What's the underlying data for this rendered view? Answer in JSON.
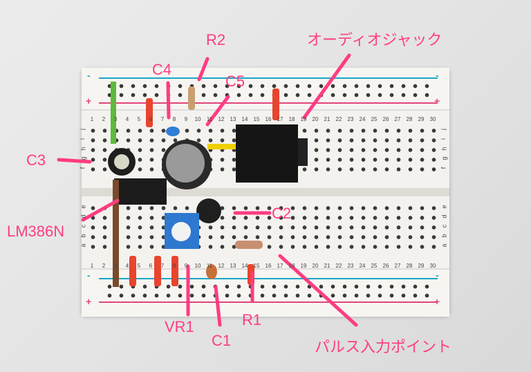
{
  "annotations": {
    "r2": "R2",
    "c4": "C4",
    "c5": "C5",
    "audio_jack": "オーディオジャック",
    "c3": "C3",
    "lm386n": "LM386N",
    "c2": "C2",
    "vr1": "VR1",
    "c1": "C1",
    "r1": "R1",
    "pulse_input": "パルス入力ポイント"
  },
  "breadboard": {
    "plus": "+",
    "minus": "-",
    "columns": [
      "1",
      "2",
      "3",
      "4",
      "5",
      "6",
      "7",
      "8",
      "9",
      "10",
      "11",
      "12",
      "13",
      "14",
      "15",
      "16",
      "17",
      "18",
      "19",
      "20",
      "21",
      "22",
      "23",
      "24",
      "25",
      "26",
      "27",
      "28",
      "29",
      "30"
    ],
    "top_rows": [
      "j",
      "i",
      "h",
      "g",
      "f"
    ],
    "bottom_rows": [
      "e",
      "d",
      "c",
      "b",
      "a"
    ]
  },
  "colors": {
    "annotation": "#ff3c82",
    "rail_blue": "#1aa6c8",
    "rail_red": "#e0457a"
  }
}
